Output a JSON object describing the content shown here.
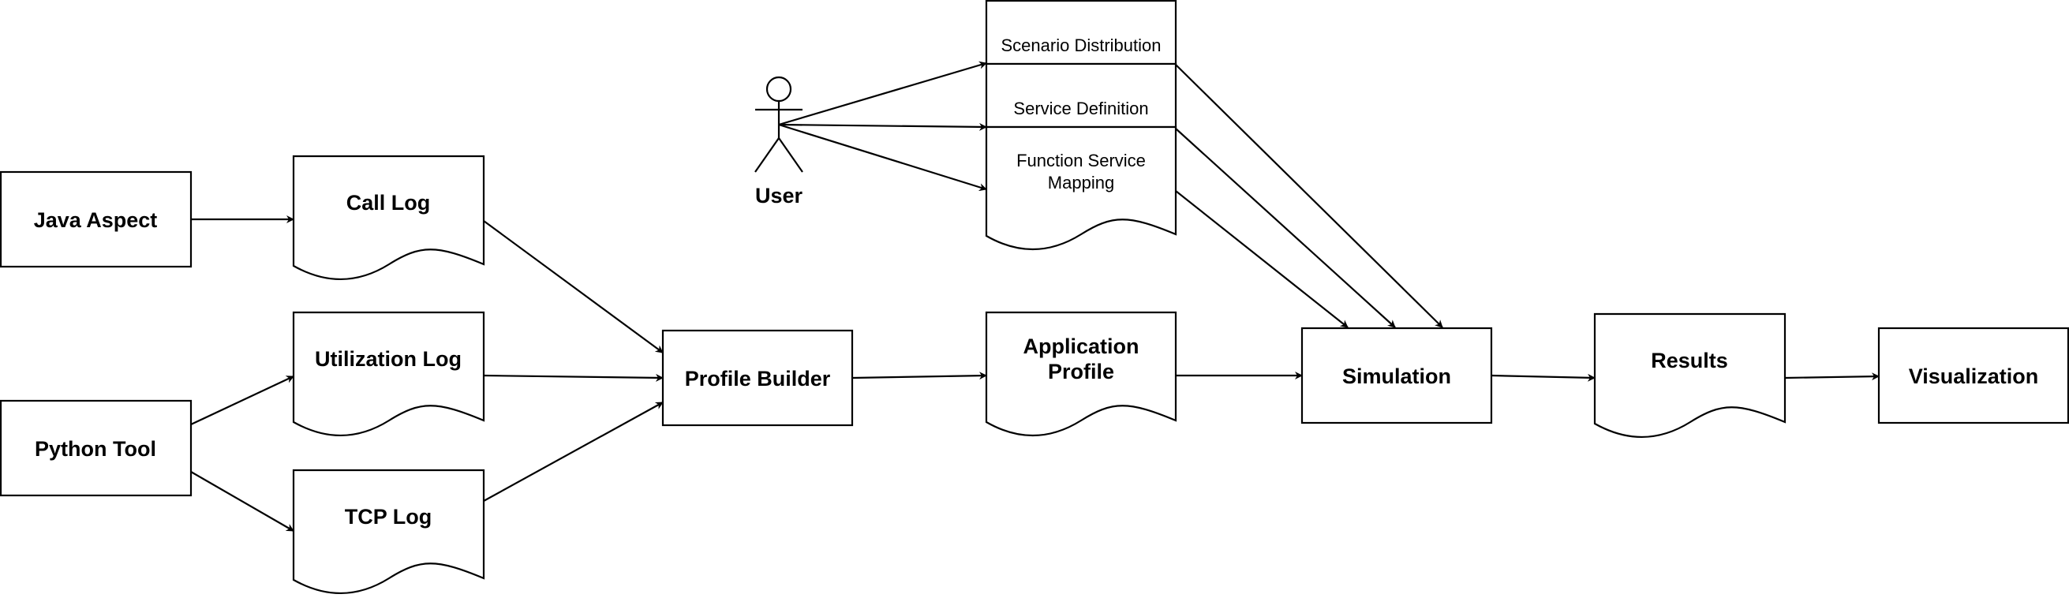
{
  "nodes": {
    "java_aspect": "Java Aspect",
    "python_tool": "Python Tool",
    "call_log": "Call Log",
    "utilization_log": "Utilization Log",
    "tcp_log": "TCP Log",
    "profile_builder": "Profile Builder",
    "application_profile": [
      "Application",
      "Profile"
    ],
    "user": "User",
    "scenario_distribution": "Scenario Distribution",
    "service_definition": "Service Definition",
    "function_service_mapping": [
      "Function Service",
      "Mapping"
    ],
    "simulation": "Simulation",
    "results": "Results",
    "visualization": "Visualization"
  }
}
